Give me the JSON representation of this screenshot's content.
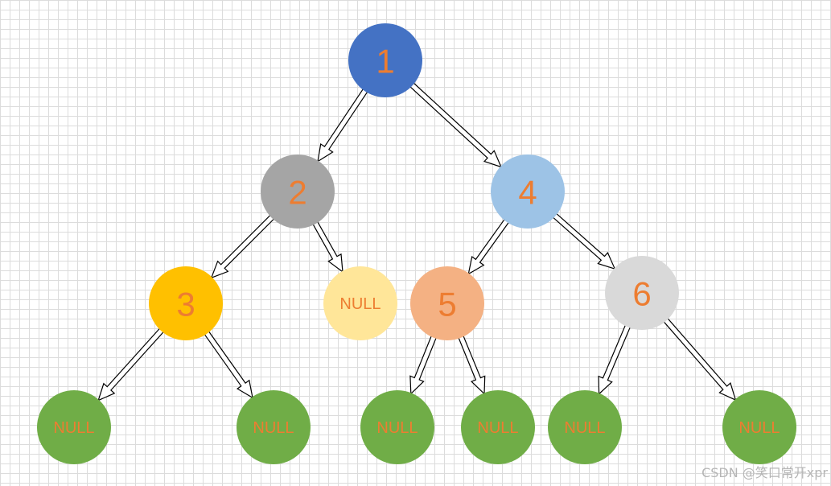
{
  "tree": {
    "nodes": [
      {
        "id": "n1",
        "label": "1",
        "color": "#4472C4"
      },
      {
        "id": "n2",
        "label": "2",
        "color": "#A5A5A5"
      },
      {
        "id": "n4",
        "label": "4",
        "color": "#9DC3E6"
      },
      {
        "id": "n3",
        "label": "3",
        "color": "#FFC000"
      },
      {
        "id": "nA",
        "label": "NULL",
        "color": "#FFE699"
      },
      {
        "id": "n5",
        "label": "5",
        "color": "#F4B183"
      },
      {
        "id": "n6",
        "label": "6",
        "color": "#D9D9D9"
      },
      {
        "id": "nB",
        "label": "NULL",
        "color": "#70AD47"
      },
      {
        "id": "nC",
        "label": "NULL",
        "color": "#70AD47"
      },
      {
        "id": "nD",
        "label": "NULL",
        "color": "#70AD47"
      },
      {
        "id": "nE",
        "label": "NULL",
        "color": "#70AD47"
      },
      {
        "id": "nF",
        "label": "NULL",
        "color": "#70AD47"
      },
      {
        "id": "nG",
        "label": "NULL",
        "color": "#70AD47"
      }
    ],
    "edges": [
      [
        "n1",
        "n2"
      ],
      [
        "n1",
        "n4"
      ],
      [
        "n2",
        "n3"
      ],
      [
        "n2",
        "nA"
      ],
      [
        "n4",
        "n5"
      ],
      [
        "n4",
        "n6"
      ],
      [
        "n3",
        "nB"
      ],
      [
        "n3",
        "nC"
      ],
      [
        "n5",
        "nD"
      ],
      [
        "n5",
        "nE"
      ],
      [
        "n6",
        "nF"
      ],
      [
        "n6",
        "nG"
      ]
    ],
    "label_color": "#ED7D31"
  },
  "watermark": "CSDN @笑口常开xpr"
}
